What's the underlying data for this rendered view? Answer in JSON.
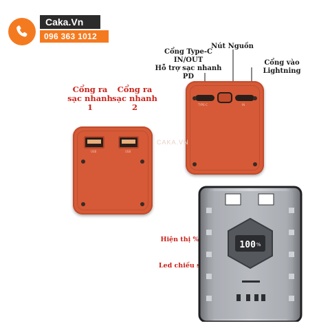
{
  "brand": {
    "name": "Caka.Vn",
    "phone": "096 363 1012",
    "icon": "phone-icon",
    "accent_color": "#f47a20"
  },
  "watermark": "CAKA.VN",
  "front_device": {
    "labels": {
      "output1": "Cổng ra\nsạc nhanh 1",
      "output2": "Cổng ra\nsạc nhanh 2"
    },
    "port_text": {
      "left": "USB",
      "right": "USB"
    },
    "color": "#d65a37"
  },
  "back_device": {
    "labels": {
      "typec": "Cổng Type-C\nIN/OUT\nHỗ trợ sạc nhanh PD",
      "power": "Nút Nguồn",
      "lightning": "Cổng vào Lightning"
    },
    "port_text": {
      "typec": "TYPE-C",
      "lightning": "IN"
    }
  },
  "clear_device": {
    "display_value": "100",
    "display_unit": "%",
    "labels": {
      "battery": "Hiện thị % Pin",
      "led": "Led chiếu sáng"
    }
  },
  "label_color": "#c9231b"
}
